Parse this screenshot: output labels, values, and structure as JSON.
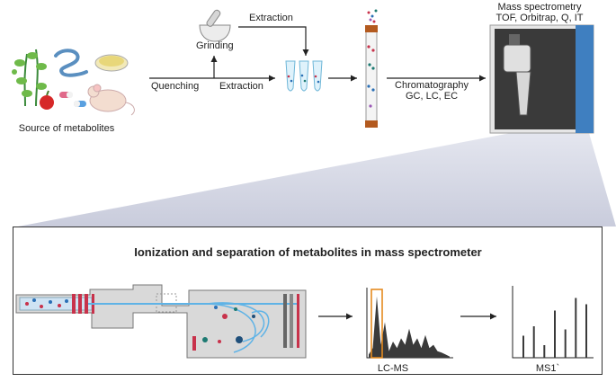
{
  "labels": {
    "source": "Source of metabolites",
    "quenching": "Quenching",
    "grinding": "Grinding",
    "extraction_top": "Extraction",
    "extraction_bottom": "Extraction",
    "chromatography": "Chromatography",
    "chrom_types": "GC, LC, EC",
    "ms_title": "Mass spectrometry",
    "ms_types": "TOF, Orbitrap, Q, IT",
    "panel_title": "Ionization and separation of metabolites in mass spectrometer",
    "lcms": "LC-MS",
    "ms1": "MS1`"
  },
  "colors": {
    "arrow": "#222222",
    "ion_red": "#c8324b",
    "ion_blue": "#2a6fb5",
    "ion_teal": "#1d7a72",
    "beam": "#5fb3e6",
    "chamber": "#d9d9d9",
    "highlight_box": "#e58a1f",
    "instrument_blue": "#3f7fc0"
  },
  "icons": [
    "plant-icon",
    "worm-icon",
    "petri-dish-icon",
    "apple-icon",
    "pill-icon",
    "mouse-icon",
    "mortar-pestle-icon",
    "tube-icon",
    "column-icon",
    "mass-spectrometer-icon"
  ],
  "chart_data": [
    {
      "type": "line",
      "name": "LC-MS",
      "x": [
        0,
        1,
        2,
        3,
        4,
        5,
        6,
        7,
        8,
        9,
        10,
        11,
        12,
        13,
        14,
        15,
        16,
        17,
        18,
        19,
        20
      ],
      "values": [
        0.05,
        0.15,
        0.95,
        0.2,
        0.55,
        0.1,
        0.25,
        0.15,
        0.3,
        0.2,
        0.45,
        0.2,
        0.3,
        0.15,
        0.35,
        0.15,
        0.2,
        0.1,
        0.08,
        0.05,
        0.02
      ],
      "ylim": [
        0,
        1
      ]
    },
    {
      "type": "bar",
      "name": "MS1`",
      "values": [
        0.35,
        0.5,
        0.2,
        0.75,
        0.45,
        0.95,
        0.85
      ],
      "ylim": [
        0,
        1
      ]
    }
  ]
}
